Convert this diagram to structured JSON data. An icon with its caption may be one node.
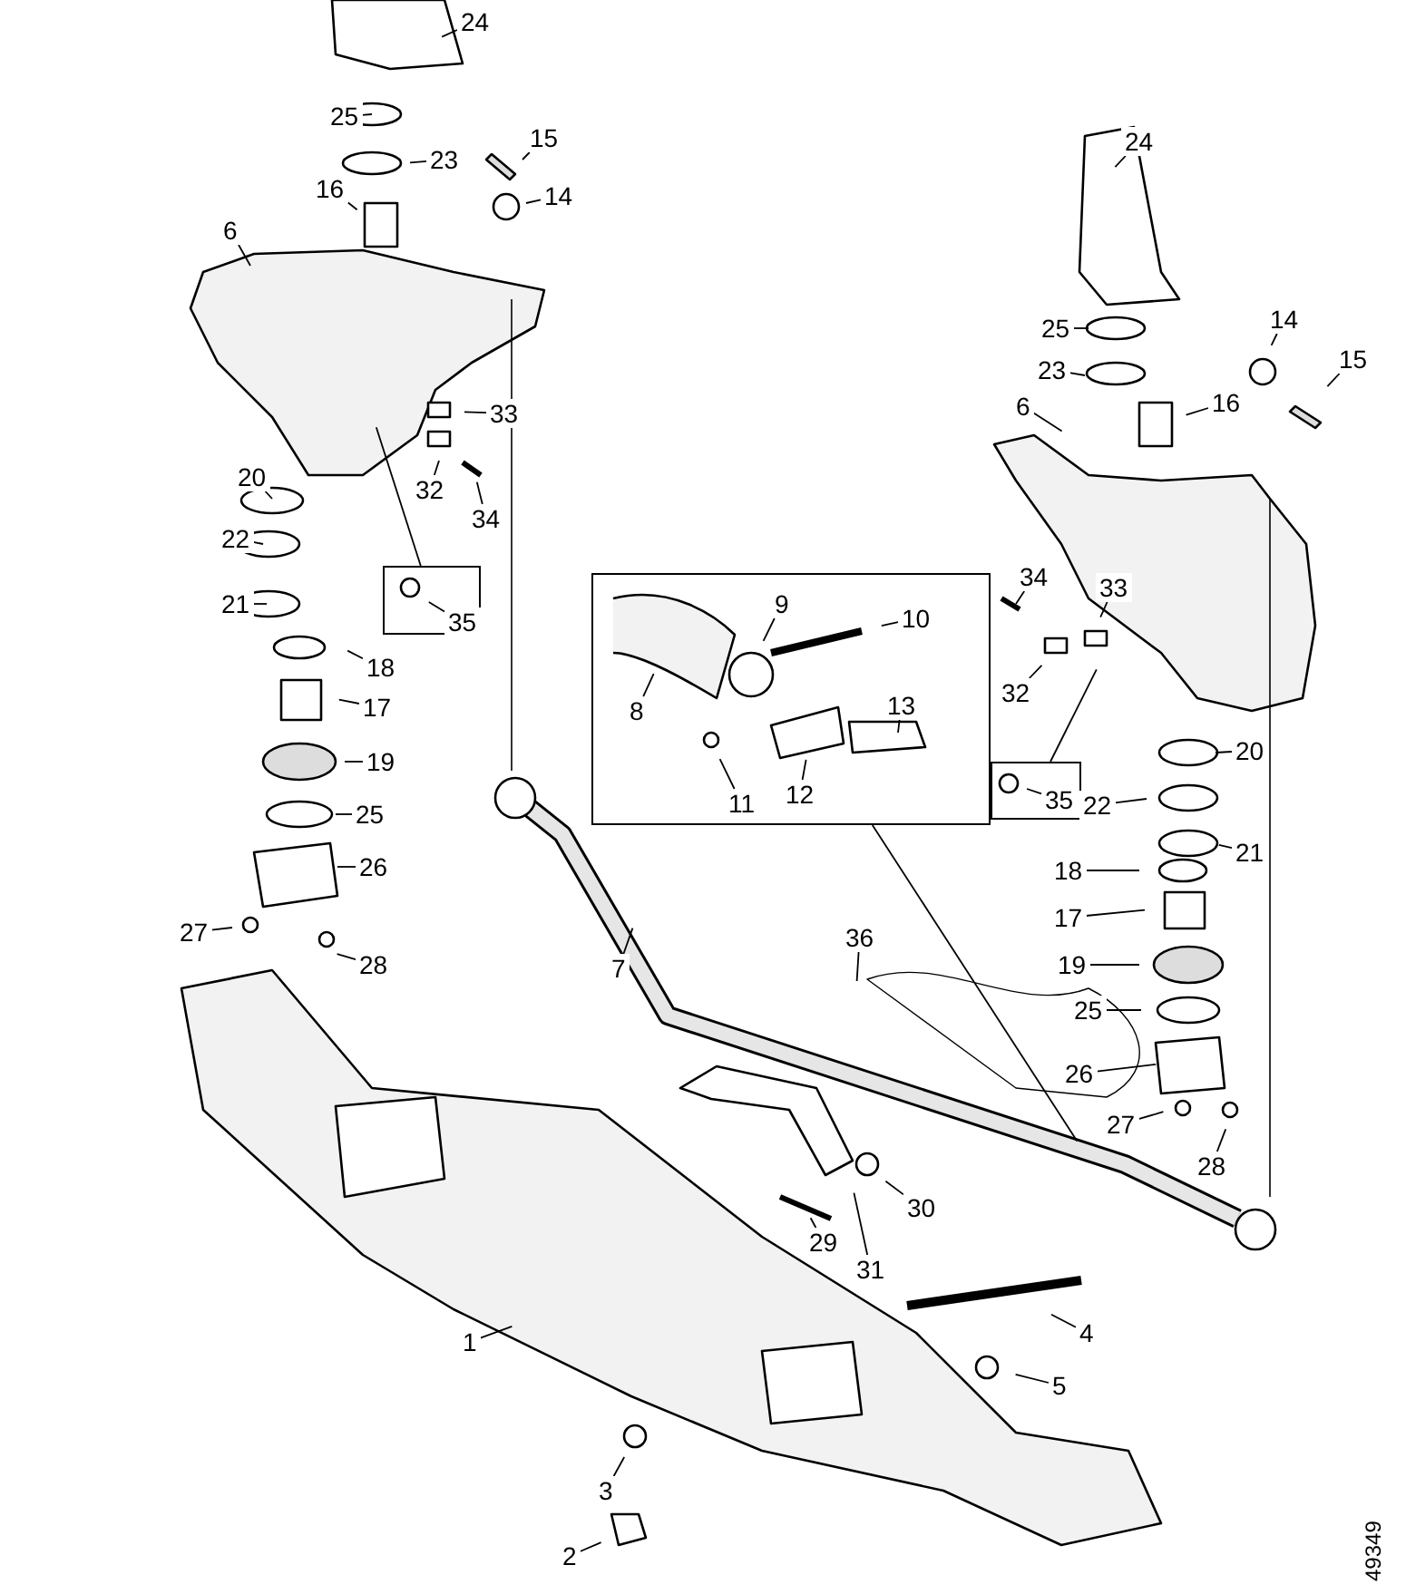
{
  "diagram": {
    "nodes": [
      {
        "text": [
          "24"
        ]
      },
      {
        "text": [
          "25"
        ]
      },
      {
        "text": [
          "23"
        ]
      },
      {
        "text": [
          "15"
        ]
      },
      {
        "text": [
          "16"
        ]
      },
      {
        "text": [
          "14"
        ]
      },
      {
        "text": [
          "6"
        ]
      },
      {
        "text": [
          "24"
        ]
      },
      {
        "text": [
          "25"
        ]
      },
      {
        "text": [
          "14"
        ]
      },
      {
        "text": [
          "15"
        ]
      },
      {
        "text": [
          "23"
        ]
      },
      {
        "text": [
          "6"
        ]
      },
      {
        "text": [
          "16"
        ]
      },
      {
        "text": [
          "33"
        ]
      },
      {
        "text": [
          "32"
        ]
      },
      {
        "text": [
          "34"
        ]
      },
      {
        "text": [
          "20"
        ]
      },
      {
        "text": [
          "22"
        ]
      },
      {
        "text": [],
        "shape": "box"
      },
      {
        "text": [
          "35"
        ],
        "in": 19
      },
      {
        "text": [
          "21"
        ]
      },
      {
        "text": [],
        "shape": "box"
      },
      {
        "text": [
          "9"
        ],
        "in": 22
      },
      {
        "text": [
          "10"
        ],
        "in": 22
      },
      {
        "text": [
          "8"
        ],
        "in": 22
      },
      {
        "text": [
          "13"
        ],
        "in": 22
      },
      {
        "text": [
          "11"
        ],
        "in": 22
      },
      {
        "text": [
          "12"
        ],
        "in": 22
      },
      {
        "text": [
          "34"
        ]
      },
      {
        "text": [
          "33"
        ]
      },
      {
        "text": [
          "18"
        ]
      },
      {
        "text": [
          "17"
        ]
      },
      {
        "text": [
          "32"
        ]
      },
      {
        "text": [],
        "shape": "box"
      },
      {
        "text": [
          "35"
        ],
        "in": 34
      },
      {
        "text": [
          "20"
        ]
      },
      {
        "text": [
          "19"
        ]
      },
      {
        "text": [
          "22"
        ]
      },
      {
        "text": [
          "25"
        ]
      },
      {
        "text": [
          "21"
        ]
      },
      {
        "text": [
          "26"
        ]
      },
      {
        "text": [
          "18"
        ]
      },
      {
        "text": [
          "17"
        ]
      },
      {
        "text": [
          "27"
        ]
      },
      {
        "text": [
          "28"
        ]
      },
      {
        "text": [
          "19"
        ]
      },
      {
        "text": [
          "36"
        ]
      },
      {
        "text": [
          "7"
        ]
      },
      {
        "text": [
          "25"
        ]
      },
      {
        "text": [
          "26"
        ]
      },
      {
        "text": [
          "27"
        ]
      },
      {
        "text": [
          "28"
        ]
      },
      {
        "text": [
          "30"
        ]
      },
      {
        "text": [
          "29"
        ]
      },
      {
        "text": [
          "31"
        ]
      },
      {
        "text": [
          "1"
        ]
      },
      {
        "text": [
          "4"
        ]
      },
      {
        "text": [
          "5"
        ]
      },
      {
        "text": [
          "3"
        ]
      },
      {
        "text": [
          "2"
        ]
      }
    ],
    "edges": [
      {
        "from": 0,
        "to": null,
        "arrow": "none"
      },
      {
        "from": 1,
        "to": null,
        "arrow": "none"
      },
      {
        "from": 2,
        "to": null,
        "arrow": "none"
      },
      {
        "from": 3,
        "to": null,
        "arrow": "none"
      },
      {
        "from": 4,
        "to": null,
        "arrow": "none"
      },
      {
        "from": 5,
        "to": null,
        "arrow": "none"
      },
      {
        "from": 6,
        "to": null,
        "arrow": "none"
      },
      {
        "from": 7,
        "to": null,
        "arrow": "none"
      },
      {
        "from": 8,
        "to": null,
        "arrow": "none"
      },
      {
        "from": 9,
        "to": null,
        "arrow": "none"
      },
      {
        "from": 10,
        "to": null,
        "arrow": "none"
      },
      {
        "from": 11,
        "to": null,
        "arrow": "none"
      },
      {
        "from": 12,
        "to": null,
        "arrow": "none"
      },
      {
        "from": 13,
        "to": null,
        "arrow": "none"
      },
      {
        "from": 14,
        "to": null,
        "arrow": "none"
      },
      {
        "from": 15,
        "to": null,
        "arrow": "none"
      },
      {
        "from": 16,
        "to": null,
        "arrow": "none"
      },
      {
        "from": 17,
        "to": null,
        "arrow": "none"
      },
      {
        "from": 18,
        "to": null,
        "arrow": "none"
      },
      {
        "from": 19,
        "to": null,
        "arrow": "none"
      },
      {
        "from": 20,
        "to": null,
        "arrow": "none"
      },
      {
        "from": 21,
        "to": null,
        "arrow": "none"
      },
      {
        "from": 22,
        "to": null,
        "arrow": "none"
      },
      {
        "from": 23,
        "to": null,
        "arrow": "none"
      },
      {
        "from": 24,
        "to": null,
        "arrow": "none"
      },
      {
        "from": 25,
        "to": null,
        "arrow": "none"
      },
      {
        "from": 26,
        "to": null,
        "arrow": "none"
      },
      {
        "from": 27,
        "to": null,
        "arrow": "none"
      },
      {
        "from": 28,
        "to": null,
        "arrow": "none"
      },
      {
        "from": 29,
        "to": null,
        "arrow": "none"
      },
      {
        "from": 30,
        "to": null,
        "arrow": "none"
      },
      {
        "from": 31,
        "to": null,
        "arrow": "none"
      },
      {
        "from": 32,
        "to": null,
        "arrow": "none"
      },
      {
        "from": 33,
        "to": null,
        "arrow": "none"
      },
      {
        "from": 34,
        "to": null,
        "arrow": "none"
      },
      {
        "from": 35,
        "to": null,
        "arrow": "none"
      },
      {
        "from": 36,
        "to": null,
        "arrow": "none"
      },
      {
        "from": 37,
        "to": null,
        "arrow": "none"
      },
      {
        "from": 38,
        "to": null,
        "arrow": "none"
      },
      {
        "from": 39,
        "to": null,
        "arrow": "none"
      },
      {
        "from": 40,
        "to": null,
        "arrow": "none"
      },
      {
        "from": 41,
        "to": null,
        "arrow": "none"
      },
      {
        "from": 42,
        "to": null,
        "arrow": "none"
      },
      {
        "from": 43,
        "to": null,
        "arrow": "none"
      },
      {
        "from": 44,
        "to": null,
        "arrow": "none"
      },
      {
        "from": 45,
        "to": null,
        "arrow": "none"
      },
      {
        "from": 46,
        "to": null,
        "arrow": "none"
      },
      {
        "from": 47,
        "to": null,
        "arrow": "none"
      },
      {
        "from": 48,
        "to": null,
        "arrow": "none"
      },
      {
        "from": 49,
        "to": null,
        "arrow": "none"
      },
      {
        "from": 50,
        "to": null,
        "arrow": "none"
      },
      {
        "from": 51,
        "to": null,
        "arrow": "none"
      },
      {
        "from": 52,
        "to": null,
        "arrow": "none"
      },
      {
        "from": 53,
        "to": null,
        "arrow": "none"
      },
      {
        "from": 54,
        "to": null,
        "arrow": "none"
      },
      {
        "from": 55,
        "to": null,
        "arrow": "none"
      },
      {
        "from": 56,
        "to": null,
        "arrow": "none"
      },
      {
        "from": 57,
        "to": null,
        "arrow": "none"
      },
      {
        "from": 58,
        "to": null,
        "arrow": "none"
      },
      {
        "from": 59,
        "to": null,
        "arrow": "none"
      },
      {
        "from": 60,
        "to": null,
        "arrow": "none"
      }
    ],
    "labels": [
      "49349"
    ]
  }
}
